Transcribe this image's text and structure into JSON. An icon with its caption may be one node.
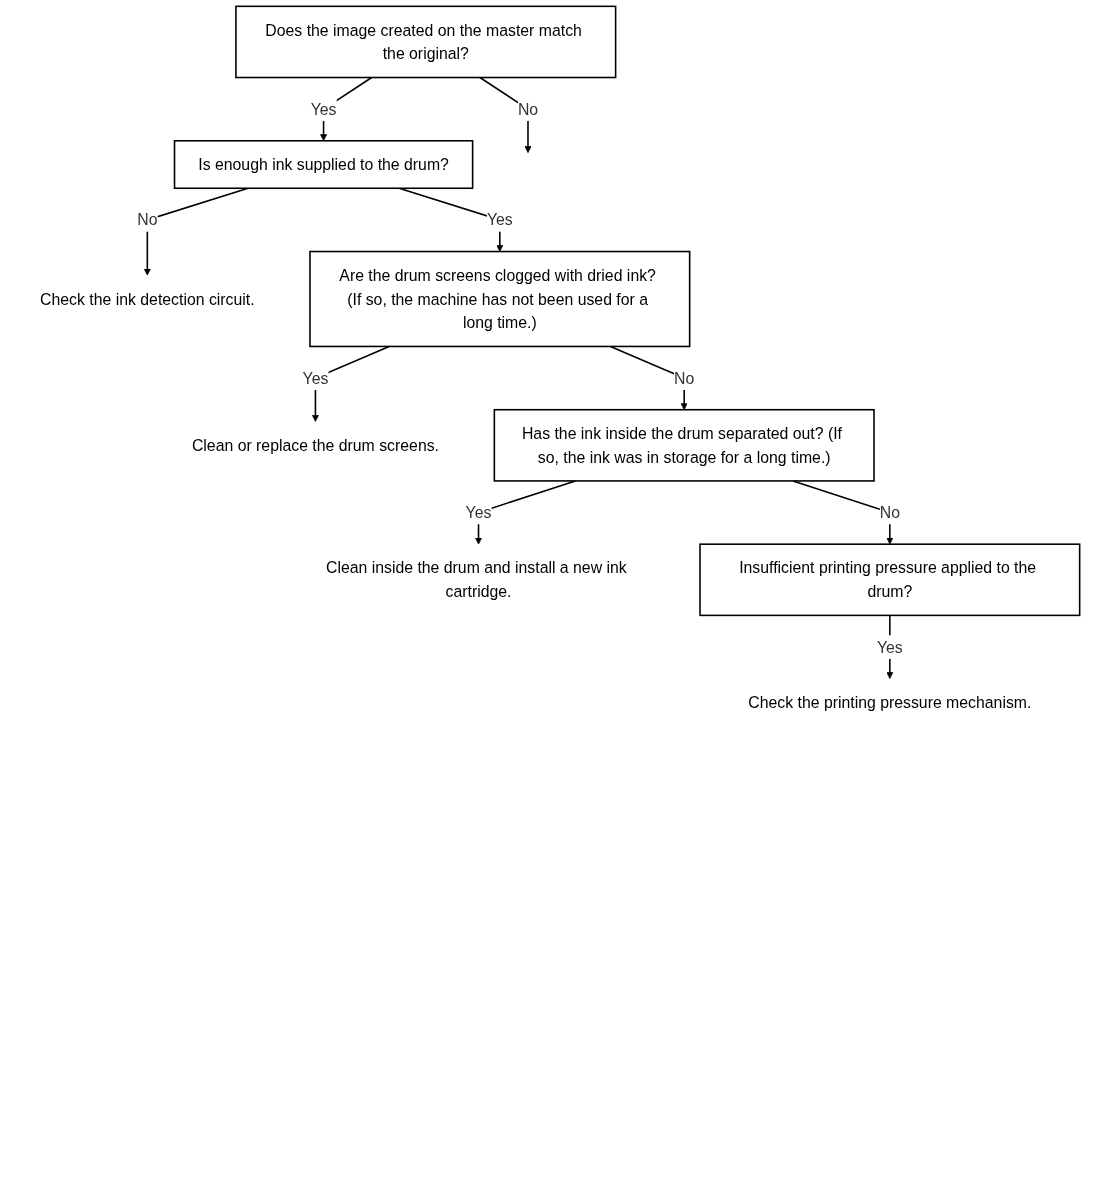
{
  "diagram": {
    "nodes": [
      {
        "text": [
          "Does the image created on the master match the original?"
        ]
      },
      {
        "text": [
          "Is enough ink supplied to the drum?"
        ]
      },
      {
        "text": [
          "Check the ink detection circuit."
        ]
      },
      {
        "text": [
          "Are the drum screens clogged with dried ink? (If so, the machine has not been used for a long time.)"
        ]
      },
      {
        "text": [
          "Clean or replace the drum screens."
        ]
      },
      {
        "text": [
          "Has the ink inside the drum separated out? (If so, the ink was in storage for a long time.)"
        ]
      },
      {
        "text": [
          "Clean inside the drum and install a new ink cartridge."
        ]
      },
      {
        "text": [
          "Insufficient printing pressure applied to the drum?"
        ]
      },
      {
        "text": [
          "Check the printing pressure mechanism."
        ]
      }
    ],
    "edges": [
      {
        "from": 0,
        "to": null,
        "arrow": "to",
        "label": "No"
      },
      {
        "from": 0,
        "to": 1,
        "arrow": "to",
        "label": "Yes"
      },
      {
        "from": 1,
        "to": 2,
        "arrow": "to",
        "label": "No"
      },
      {
        "from": 1,
        "to": 3,
        "arrow": "to",
        "label": "Yes"
      },
      {
        "from": 3,
        "to": 5,
        "arrow": "to",
        "label": "No"
      },
      {
        "from": 3,
        "to": 4,
        "arrow": "to",
        "label": "Yes"
      },
      {
        "from": 5,
        "to": 7,
        "arrow": "to",
        "label": "No"
      },
      {
        "from": 5,
        "to": 6,
        "arrow": "to",
        "label": "Yes"
      },
      {
        "from": 7,
        "to": 8,
        "arrow": "to",
        "label": "Yes"
      }
    ]
  }
}
